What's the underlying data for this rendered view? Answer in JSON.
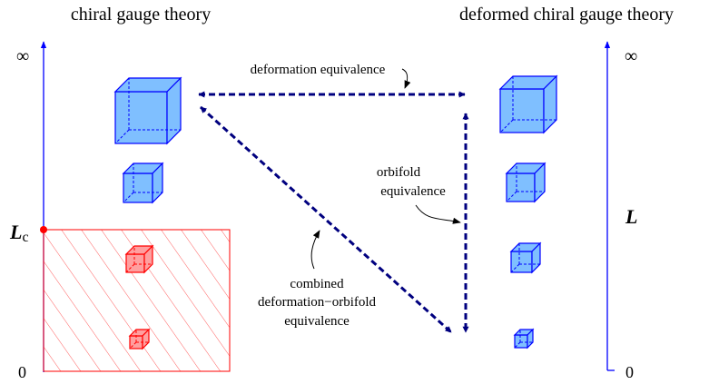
{
  "titles": {
    "left": "chiral gauge theory",
    "right": "deformed chiral gauge theory"
  },
  "left_axis": {
    "top_label": "∞",
    "bottom_label": "0",
    "critical_label_main": "L",
    "critical_label_sub": "c"
  },
  "right_axis": {
    "top_label": "∞",
    "bottom_label": "0",
    "axis_label": "L"
  },
  "annotations": {
    "deformation": "deformation equivalence",
    "orbifold_line1": "orbifold",
    "orbifold_line2": "equivalence",
    "combined_line1": "combined",
    "combined_line2": "deformation−orbifold",
    "combined_line3": "equivalence"
  },
  "colors": {
    "arrow": "#00007f",
    "axis": "#0000ff",
    "cube_blue_fill": "#7fbfff",
    "cube_blue_edge": "#0000ff",
    "cube_red_fill": "#ff9f9f",
    "cube_red_edge": "#ff0000",
    "hatch": "#ff6060"
  }
}
